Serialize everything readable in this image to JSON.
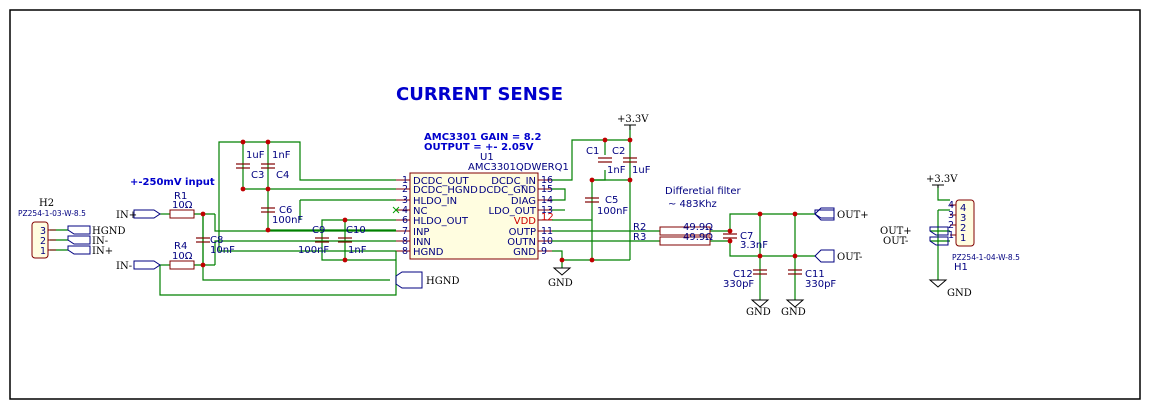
{
  "title": "CURRENT SENSE",
  "amc": {
    "gain": "AMC3301 GAIN = 8.2",
    "output": "OUTPUT = +- 2.05V",
    "ref": "U1",
    "part": "AMC3301QDWERQ1",
    "left_pins": [
      {
        "num": "1",
        "name": "DCDC_OUT"
      },
      {
        "num": "2",
        "name": "DCDC_HGND"
      },
      {
        "num": "3",
        "name": "HLDO_IN"
      },
      {
        "num": "4",
        "name": "NC"
      },
      {
        "num": "6",
        "name": "HLDO_OUT"
      },
      {
        "num": "7",
        "name": "INP"
      },
      {
        "num": "8",
        "name": "INN"
      },
      {
        "num": "8",
        "name": "HGND"
      }
    ],
    "right_pins": [
      {
        "num": "16",
        "name": "DCDC_IN"
      },
      {
        "num": "15",
        "name": "DCDC_GND"
      },
      {
        "num": "14",
        "name": "DIAG"
      },
      {
        "num": "13",
        "name": "LDO_OUT"
      },
      {
        "num": "12",
        "name": "VDD"
      },
      {
        "num": "11",
        "name": "OUTP"
      },
      {
        "num": "10",
        "name": "OUTN"
      },
      {
        "num": "9",
        "name": "GND"
      }
    ]
  },
  "input_note": "+-250mV input",
  "filter_note": [
    "Differetial filter",
    "~ 483Khz"
  ],
  "components": {
    "c1": "C1",
    "c1_val": "1nF",
    "c2": "C2",
    "c2_val": "1uF",
    "c3": "C3",
    "c3_val": "1uF",
    "c4": "C4",
    "c4_val": "1nF",
    "c5": "C5",
    "c5_val": "100nF",
    "c6": "C6",
    "c6_val": "100nF",
    "c7": "C7",
    "c7_val": "3.3nF",
    "c8": "C8",
    "c8_val": "10nF",
    "c9": "C9",
    "c9_val": "100nF",
    "c10": "C10",
    "c10_val": "1nF",
    "c11": "C11",
    "c11_val": "330pF",
    "c12": "C12",
    "c12_val": "330pF",
    "r1": "R1",
    "r1_val": "10Ω",
    "r2": "R2",
    "r2_val": "49.9Ω",
    "r3": "R3",
    "r3_val": "49.9Ω",
    "r4": "R4",
    "r4_val": "10Ω"
  },
  "nets": {
    "in_plus": "IN+",
    "in_minus": "IN-",
    "hgnd": "HGND",
    "out_plus": "OUT+",
    "out_minus": "OUT-",
    "vcc": "+3.3V",
    "gnd": "GND"
  },
  "h2": {
    "ref": "H2",
    "part": "PZ254-1-03-W-8.5",
    "pins": [
      "3",
      "2",
      "1"
    ],
    "labels": [
      "HGND",
      "IN-",
      "IN+"
    ]
  },
  "h1": {
    "ref": "H1",
    "part": "PZ254-1-04-W-8.5",
    "pins": [
      "4",
      "3",
      "2",
      "1"
    ],
    "body_pins": [
      "4",
      "3",
      "2",
      "1"
    ],
    "labels": [
      "OUT+",
      "OUT-"
    ]
  }
}
